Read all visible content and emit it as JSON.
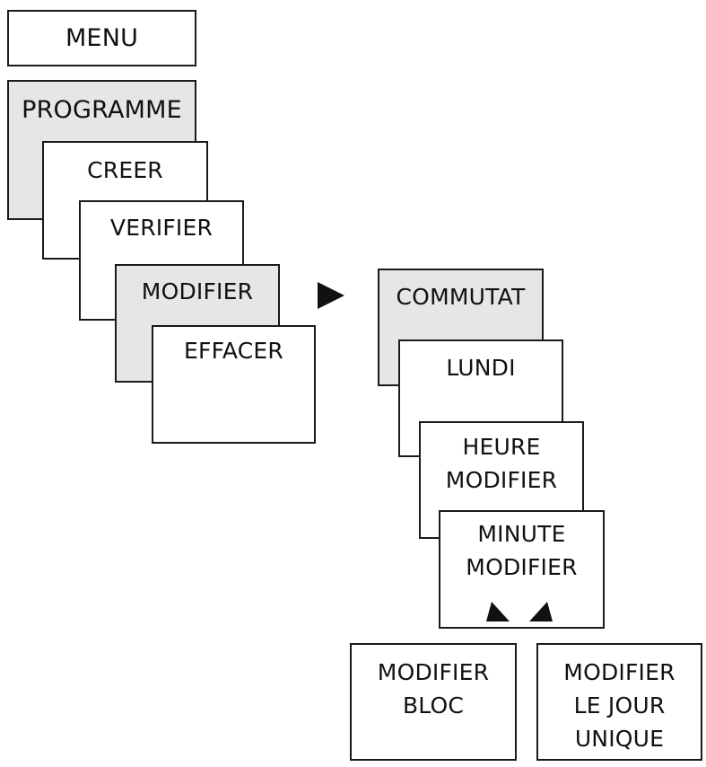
{
  "menu": {
    "title": "MENU"
  },
  "program_menu": {
    "title": "PROGRAMME",
    "items": [
      {
        "label": "CREER"
      },
      {
        "label": "VERIFIER"
      },
      {
        "label": "MODIFIER"
      },
      {
        "label": "EFFACER"
      }
    ]
  },
  "modify_menu": {
    "items": [
      {
        "label": "COMMUTAT"
      },
      {
        "label": "LUNDI"
      },
      {
        "label": "HEURE\nMODIFIER"
      },
      {
        "label": "MINUTE\nMODIFIER"
      }
    ]
  },
  "options": [
    {
      "label": "MODIFIER\nBLOC"
    },
    {
      "label": "MODIFIER\nLE JOUR\nUNIQUE"
    }
  ],
  "colors": {
    "selected_fill": "#e6e6e6",
    "border": "#1a1a1a",
    "arrow": "#111111"
  }
}
